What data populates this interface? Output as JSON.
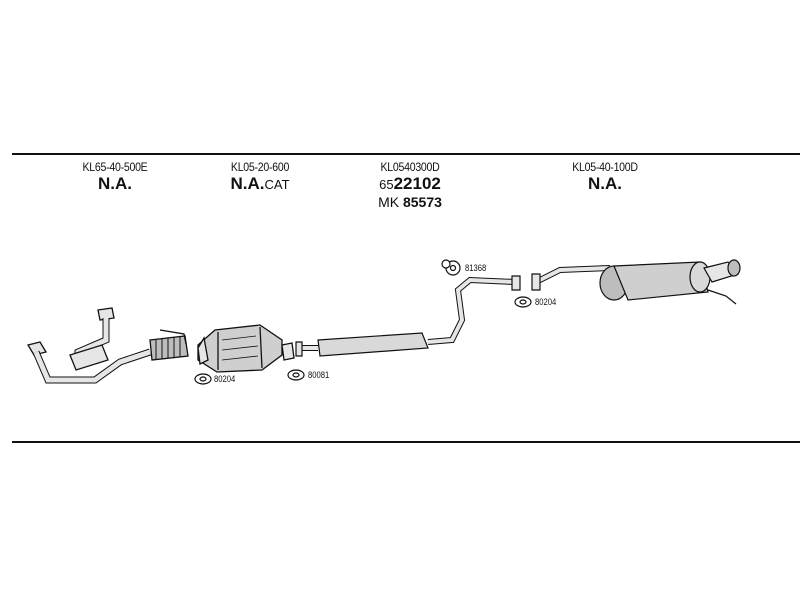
{
  "columns": [
    {
      "code": "KL65-40-500E",
      "main": "N.A.",
      "suffix": ""
    },
    {
      "code": "KL05-20-600",
      "main": "N.A.",
      "suffix": "CAT"
    },
    {
      "code": "KL0540300D",
      "main": "22102",
      "prefix": "65",
      "extra_prefix": "MK",
      "extra": "85573"
    },
    {
      "code": "KL05-40-100D",
      "main": "N.A.",
      "suffix": ""
    }
  ],
  "part_labels": {
    "gasket_cat": "80204",
    "gasket_mid": "80081",
    "hanger_rear": "81368",
    "gasket_rear": "80204"
  },
  "colors": {
    "line": "#111111",
    "metal": "#cfcfcf",
    "metal_dark": "#8a8a8a"
  }
}
